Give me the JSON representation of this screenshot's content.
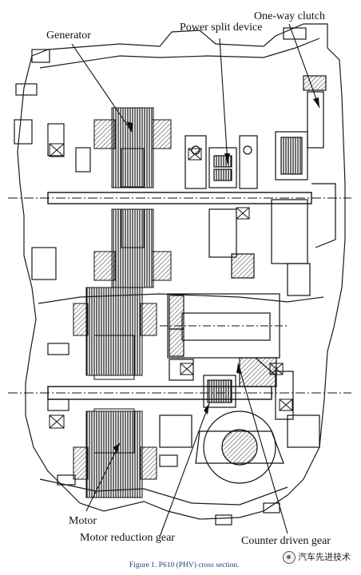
{
  "labels": {
    "generator": "Generator",
    "power_split_device": "Power split device",
    "one_way_clutch": "One-way clutch",
    "motor": "Motor",
    "motor_reduction_gear": "Motor reduction gear",
    "counter_driven_gear": "Counter driven gear"
  },
  "caption": "Figure 1. P610 (PHV) cross section.",
  "watermark": {
    "text": "汽车先进技术",
    "icon": "wechat-account-icon"
  },
  "colors": {
    "line": "#1a1a1a",
    "hatch": "#333333",
    "caption": "#1f3f7a"
  }
}
